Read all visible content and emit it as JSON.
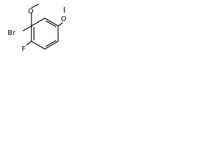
{
  "molecule": {
    "atoms": {
      "bromine": "Br",
      "fluorine": "F",
      "oxygen_top": "O",
      "oxygen_right": "O"
    }
  }
}
